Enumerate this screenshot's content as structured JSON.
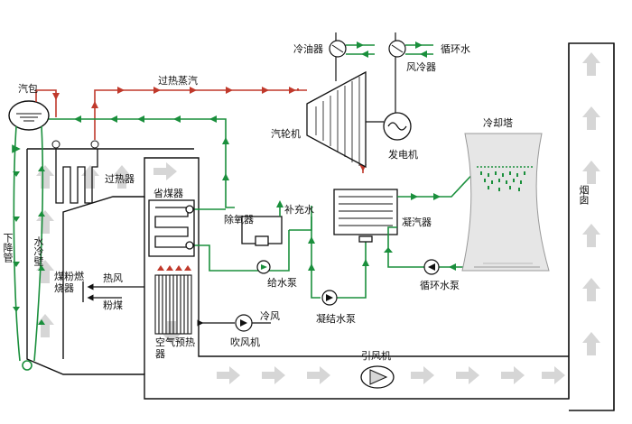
{
  "labels": {
    "steam_drum": "汽包",
    "downcomer": "下降管",
    "water_wall": "水冷壁",
    "pulverized_burner": "煤粉燃烧器",
    "superheated_steam": "过热蒸汽",
    "superheater": "过热器",
    "economizer": "省煤器",
    "hot_air": "热风",
    "pulverized_coal": "粉煤",
    "air_preheater": "空气预热器",
    "deaerator": "除氧器",
    "makeup_water": "补充水",
    "feed_pump": "给水泵",
    "steam_turbine": "汽轮机",
    "oil_cooler": "冷油器",
    "circulating_water_top": "循环水",
    "air_cooler": "风冷器",
    "generator": "发电机",
    "condenser": "凝汽器",
    "cooling_tower": "冷却塔",
    "chimney": "烟囱",
    "circ_pump": "循环水泵",
    "condensate_pump": "凝结水泵",
    "blower": "吹风机",
    "cold_air": "冷风",
    "induced_fan": "引风机"
  },
  "colors": {
    "steam": "#c0392b",
    "water": "#1a8f3c",
    "outline": "#111111",
    "flue_arrow": "#d4d4d4"
  }
}
